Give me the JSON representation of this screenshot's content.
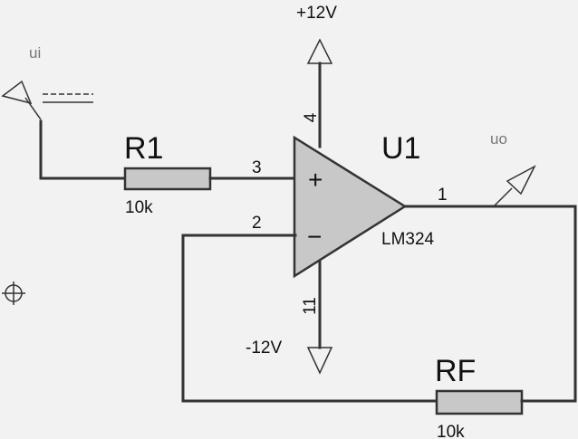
{
  "opamp": {
    "ref": "U1",
    "part": "LM324",
    "plus_sign": "+",
    "minus_sign": "−",
    "pins": {
      "noninv": "3",
      "inv": "2",
      "out": "1",
      "vpos": "4",
      "vneg": "11"
    }
  },
  "power": {
    "positive": "+12V",
    "negative": "-12V"
  },
  "r1": {
    "ref": "R1",
    "value": "10k"
  },
  "rf": {
    "ref": "RF",
    "value": "10k"
  },
  "probes": {
    "input": "ui",
    "output": "uo"
  },
  "colors": {
    "background": "#f2f2f2",
    "wire": "#333333",
    "component_fill": "#c8c8c8"
  },
  "icons": {
    "crosshair": "crosshair-icon",
    "ground_arrow": "arrow-down-icon",
    "power_arrow": "arrow-up-icon"
  }
}
